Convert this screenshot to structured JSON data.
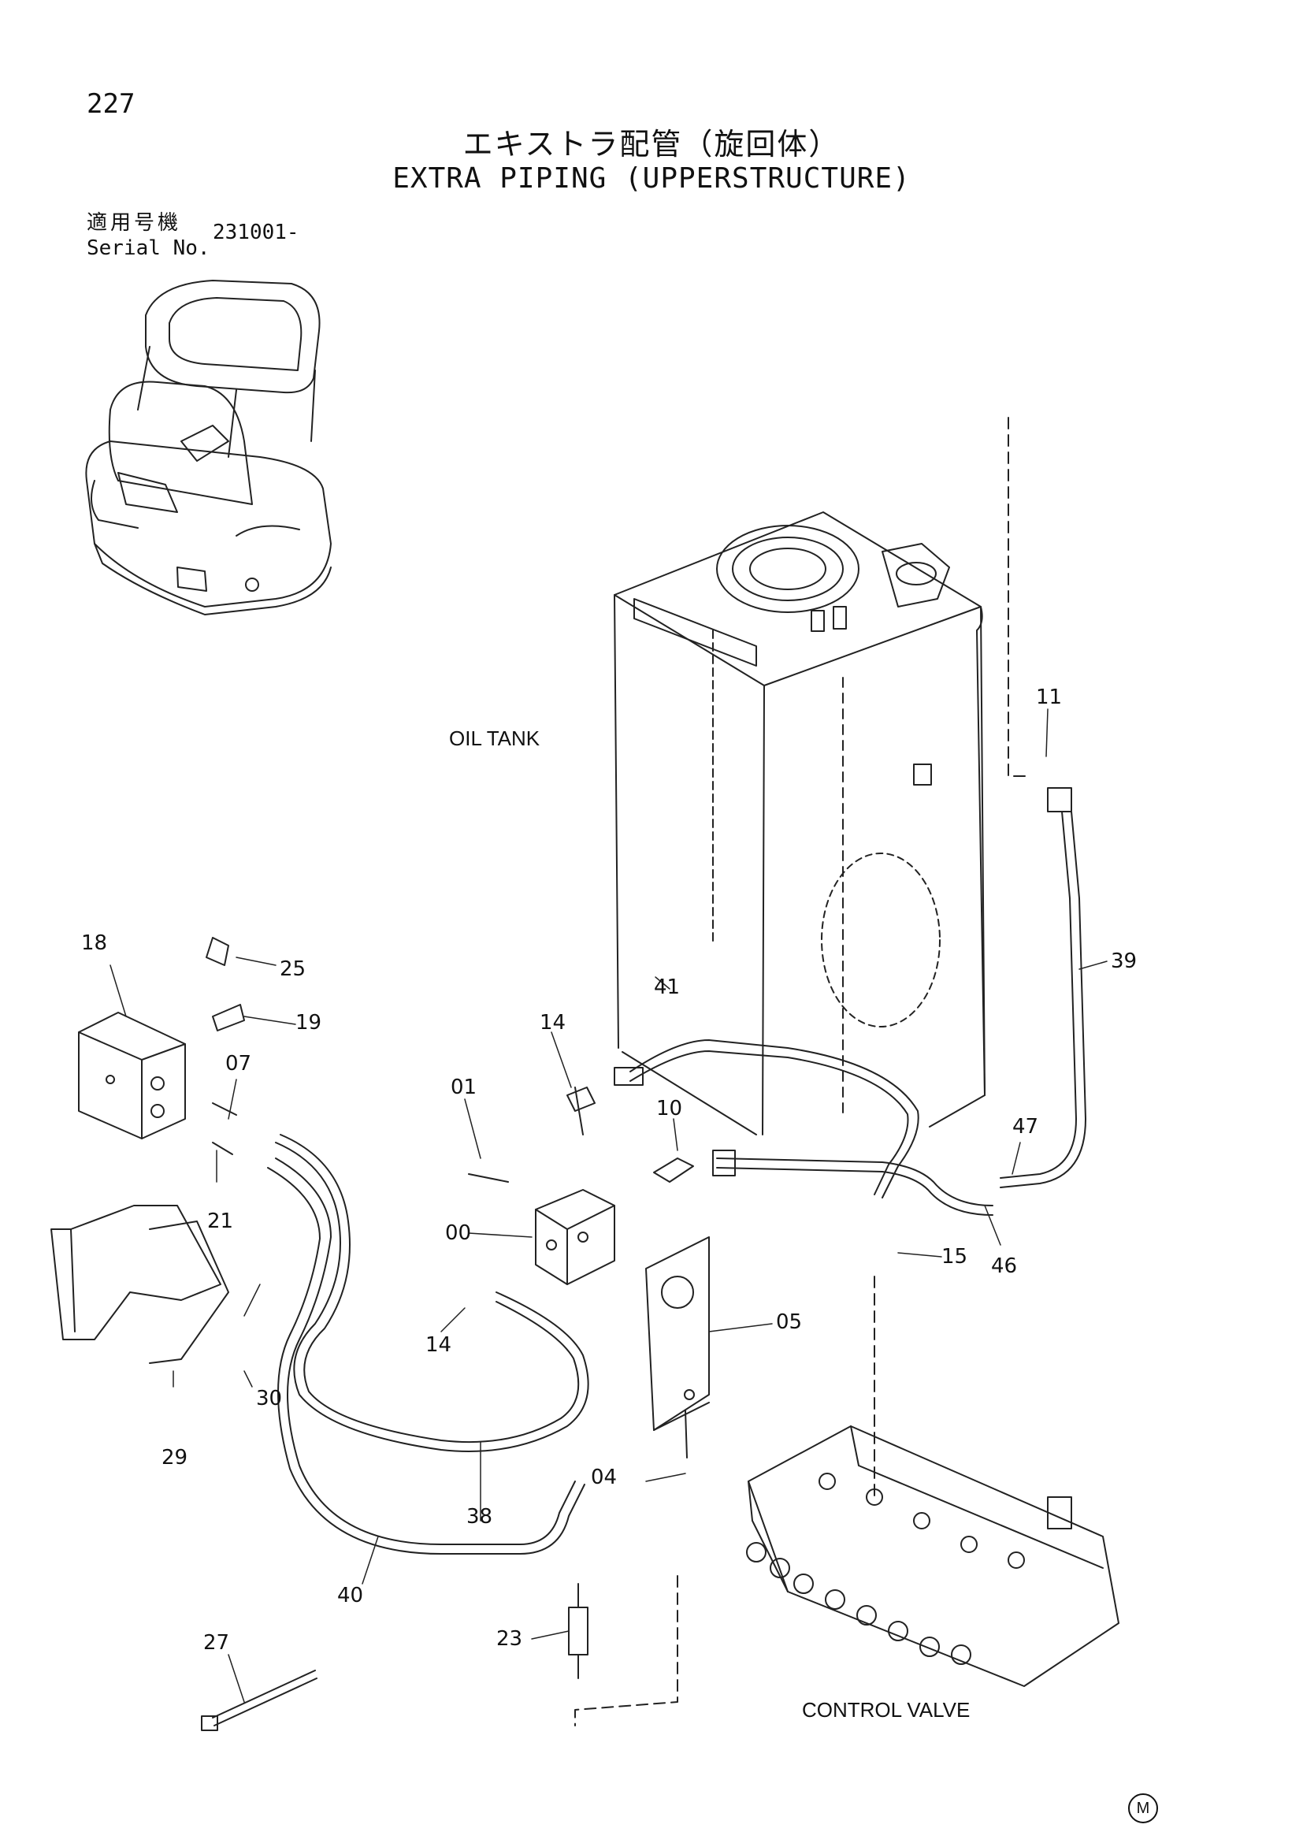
{
  "header": {
    "page_number": "227",
    "title_ja": "エキストラ配管（旋回体）",
    "title_en": "EXTRA PIPING (UPPERSTRUCTURE)",
    "serial_label_ja": "適用号機",
    "serial_label_en": "Serial No.",
    "serial_value": "231001-"
  },
  "labels": {
    "oil_tank": "OIL TANK",
    "control_valve": "CONTROL VALVE"
  },
  "callouts": {
    "c00": "00",
    "c01": "01",
    "c04": "04",
    "c05": "05",
    "c07": "07",
    "c10": "10",
    "c11": "11",
    "c14a": "14",
    "c14b": "14",
    "c15": "15",
    "c18": "18",
    "c19": "19",
    "c21": "21",
    "c23": "23",
    "c25": "25",
    "c27": "27",
    "c29": "29",
    "c30": "30",
    "c38": "38",
    "c39": "39",
    "c40": "40",
    "c41": "41",
    "c46": "46",
    "c47": "47"
  },
  "footer": {
    "mark": "M"
  }
}
